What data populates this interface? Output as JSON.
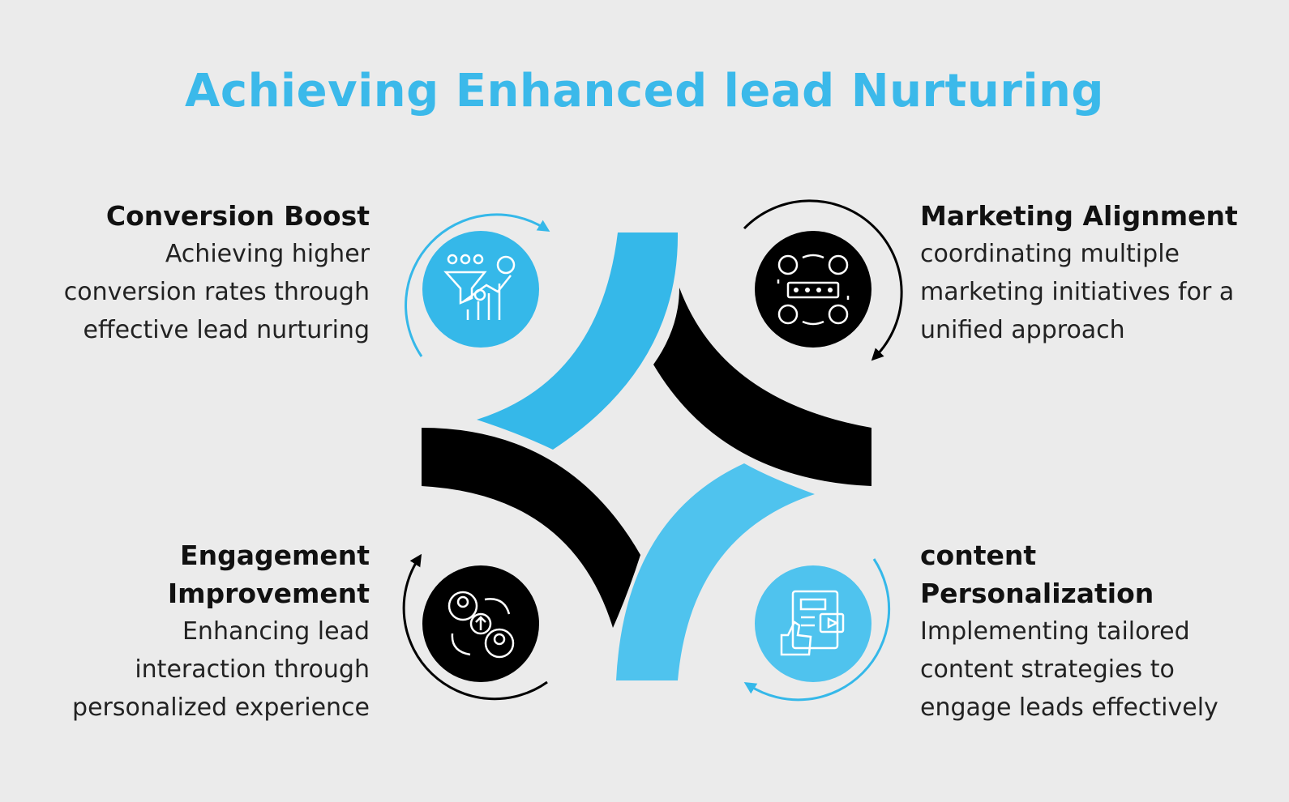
{
  "title": "Achieving Enhanced lead Nurturing",
  "blocks": {
    "top_left": {
      "heading": "Conversion Boost",
      "lines": [
        "Achieving higher",
        "conversion rates through",
        "effective lead nurturing"
      ],
      "icon": "funnel-growth-icon"
    },
    "top_right": {
      "heading": "Marketing Alignment",
      "lines": [
        "coordinating multiple",
        "marketing initiatives for a",
        "unified approach"
      ],
      "icon": "team-rating-icon"
    },
    "bottom_left": {
      "heading_lines": [
        "Engagement",
        "Improvement"
      ],
      "lines": [
        "Enhancing lead",
        "interaction through",
        "personalized experience"
      ],
      "icon": "people-exchange-icon"
    },
    "bottom_right": {
      "heading_lines": [
        "content",
        "Personalization"
      ],
      "lines": [
        "Implementing tailored",
        "content strategies to",
        "engage leads effectively"
      ],
      "icon": "content-like-icon"
    }
  },
  "colors": {
    "blue": "#35b8e9",
    "light_blue": "#4fc3ee",
    "black": "#000000",
    "background": "#ebebeb"
  }
}
